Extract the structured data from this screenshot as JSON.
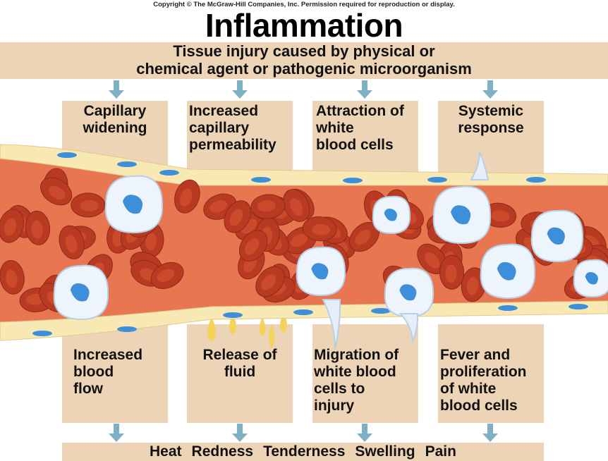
{
  "copyright": "Copyright © The McGraw-Hill Companies, Inc. Permission required for reproduction or display.",
  "title": "Inflammation",
  "cause": [
    "Tissue injury caused by physical or",
    "chemical agent or pathogenic microorganism"
  ],
  "top_boxes": [
    [
      "Capillary",
      "widening"
    ],
    [
      "Increased",
      "capillary",
      "permeability"
    ],
    [
      "Attraction of",
      "white",
      "blood cells"
    ],
    [
      "Systemic",
      "response"
    ]
  ],
  "bottom_boxes": [
    [
      "Increased",
      "blood",
      "flow"
    ],
    [
      "Release of",
      "fluid"
    ],
    [
      "Migration of",
      "white blood",
      "cells to",
      "injury"
    ],
    [
      "Fever and",
      "proliferation",
      "of white",
      "blood cells"
    ]
  ],
  "symptoms": [
    "Heat",
    "Redness",
    "Tenderness",
    "Swelling",
    "Pain"
  ],
  "colors": {
    "band": "#edd4b6",
    "arrow": "#7fb0c4",
    "blood": "#e87650",
    "rbc": "#b83a22",
    "wall": "#f8e8b4",
    "nucleus": "#3c8fd8"
  }
}
